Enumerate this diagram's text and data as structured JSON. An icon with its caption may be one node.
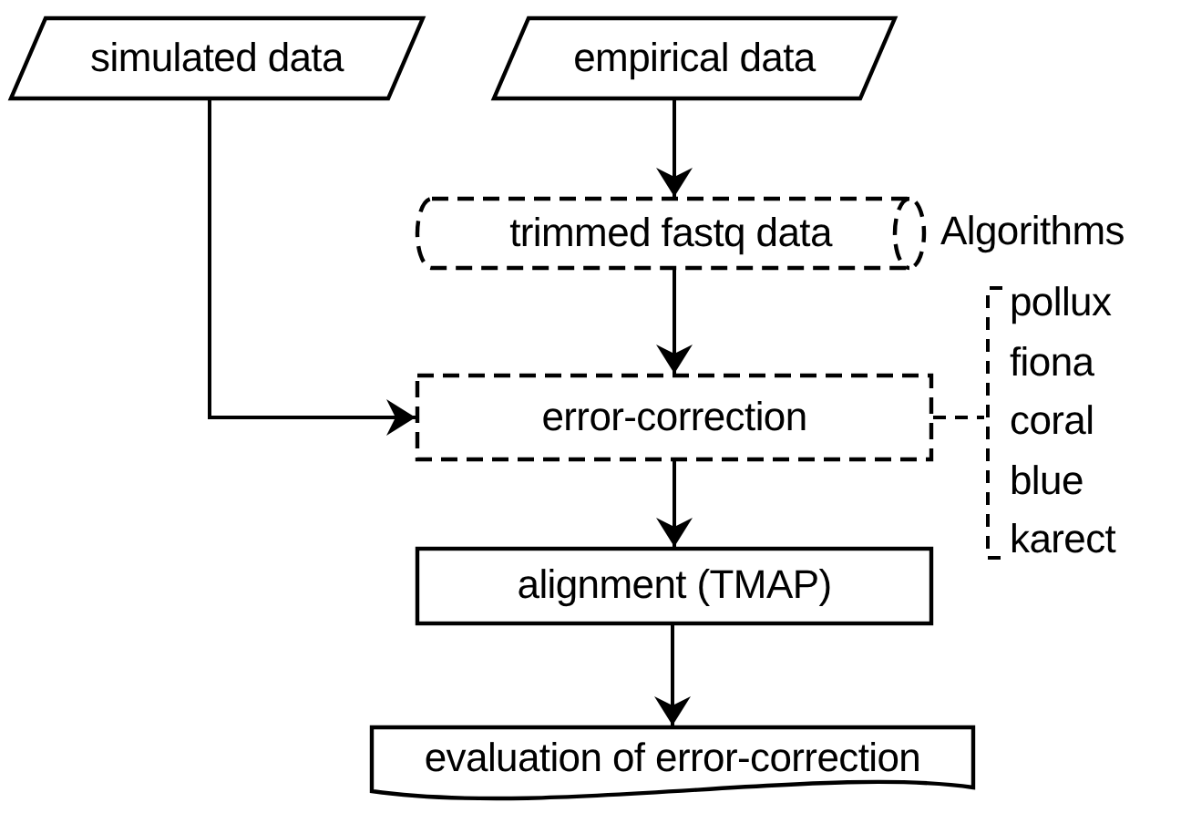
{
  "diagram": {
    "nodes": [
      {
        "text": [
          "simulated data"
        ]
      },
      {
        "text": [
          "empirical data"
        ]
      },
      {
        "text": [
          "trimmed fastq data"
        ],
        "beside": [
          "Algorithms"
        ]
      },
      {
        "text": [
          "error-correction"
        ]
      },
      {
        "text": [
          "pollux",
          "fiona",
          "coral",
          "blue",
          "karect"
        ]
      },
      {
        "text": [
          "alignment (TMAP)"
        ]
      },
      {
        "text": [
          "evaluation of error-correction"
        ]
      }
    ],
    "edges": [
      {
        "from": 1,
        "to": 2,
        "arrow": "to"
      },
      {
        "from": 2,
        "to": 3,
        "arrow": "to"
      },
      {
        "from": 0,
        "to": 3,
        "arrow": "to"
      },
      {
        "from": 3,
        "to": 4,
        "arrow": "none",
        "style": "dashed"
      },
      {
        "from": 3,
        "to": 5,
        "arrow": "to"
      },
      {
        "from": 5,
        "to": 6,
        "arrow": "to"
      }
    ]
  }
}
